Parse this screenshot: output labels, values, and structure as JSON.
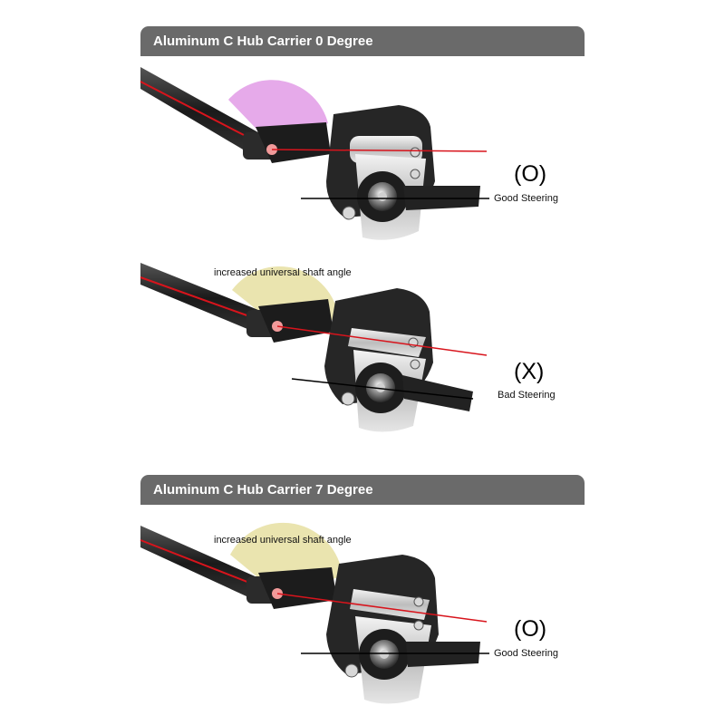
{
  "sections": [
    {
      "title": "Aluminum C Hub Carrier 0 Degree"
    },
    {
      "title": "Aluminum C Hub Carrier 7 Degree"
    }
  ],
  "panels": [
    {
      "mark": "(O)",
      "verdict": "Good Steering",
      "highlight_color": "#e29be6",
      "annotation": ""
    },
    {
      "mark": "(X)",
      "verdict": "Bad Steering",
      "highlight_color": "#e8e1a6",
      "annotation": "increased universal shaft angle"
    },
    {
      "mark": "(O)",
      "verdict": "Good Steering",
      "highlight_color": "#e8e1a6",
      "annotation": "increased universal shaft angle"
    }
  ]
}
